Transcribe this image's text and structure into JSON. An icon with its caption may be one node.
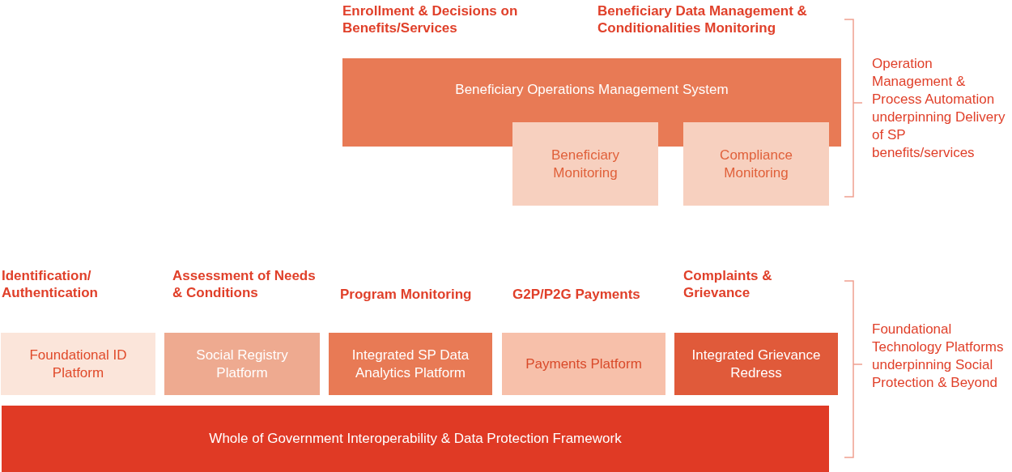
{
  "diagram": {
    "nodes": [
      {
        "text": [
          "Beneficiary Operations Management System"
        ]
      },
      {
        "text": [
          "Beneficiary Monitoring"
        ]
      },
      {
        "text": [
          "Compliance Monitoring"
        ]
      },
      {
        "text": [
          "Foundational ID Platform"
        ]
      },
      {
        "text": [
          "Social Registry Platform"
        ]
      },
      {
        "text": [
          "Integrated SP Data Analytics Platform"
        ]
      },
      {
        "text": [
          "Payments Platform"
        ]
      },
      {
        "text": [
          "Integrated Grievance Redress"
        ]
      },
      {
        "text": [
          "Whole of Government Interoperability & Data Protection Framework"
        ]
      }
    ],
    "labels": [
      "Enrollment & Decisions on Benefits/Services",
      "Beneficiary Data Management & Conditionalities Monitoring",
      "Operation Management & Process Automation underpinning Delivery of SP benefits/services",
      "Identification/ Authentication",
      "Assessment of Needs & Conditions",
      "Program Monitoring",
      "G2P/P2G Payments",
      "Complaints & Grievance",
      "Foundational Technology Platforms underpinning Social Protection & Beyond"
    ]
  }
}
